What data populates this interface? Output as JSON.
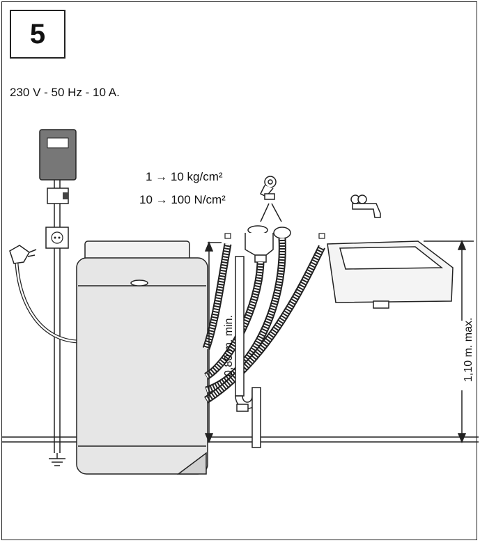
{
  "step": {
    "number": "5"
  },
  "power": {
    "spec": "230 V - 50 Hz - 10 A."
  },
  "pressure": {
    "kg": "1 → 10 kg/cm²",
    "newton": "10 → 100 N/cm²"
  },
  "heights": {
    "min": "0,80 m. min.",
    "max": "1,10 m. max."
  },
  "icons": [
    "electric-meter-icon",
    "fuse-icon",
    "wall-socket-icon",
    "plug-icon",
    "ground-symbol-icon",
    "water-tap-icon",
    "sink-tap-icon",
    "washing-machine-icon",
    "sink-icon",
    "drain-trap-icon"
  ]
}
